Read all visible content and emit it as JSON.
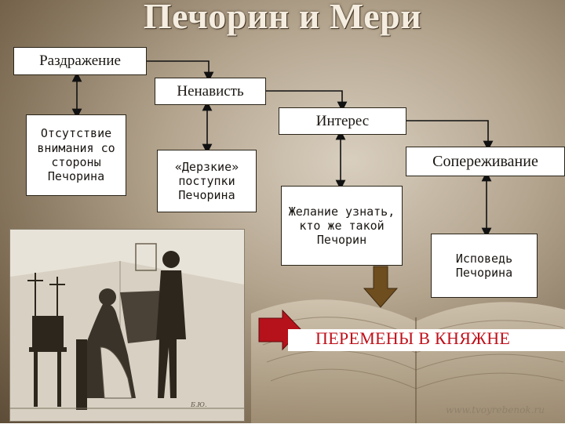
{
  "title": "Печорин и Мери",
  "nodes": {
    "irritation": "Раздражение",
    "hatred": "Ненависть",
    "interest": "Интерес",
    "empathy": "Сопереживание",
    "no_attention": "Отсутствие внимания со стороны Печорина",
    "bold_acts": "«Дерзкие» поступки Печорина",
    "desire": "Желание узнать, кто же такой Печорин",
    "confession": "Исповедь Печорина"
  },
  "result": "ПЕРЕМЕНЫ В КНЯЖНЕ",
  "watermark": "www.tvoyrebenok.ru",
  "colors": {
    "box_fill": "#ffffff",
    "result_text": "#c0101a",
    "arrow_brown": "#6e4d1f",
    "arrow_red": "#b5121b"
  }
}
